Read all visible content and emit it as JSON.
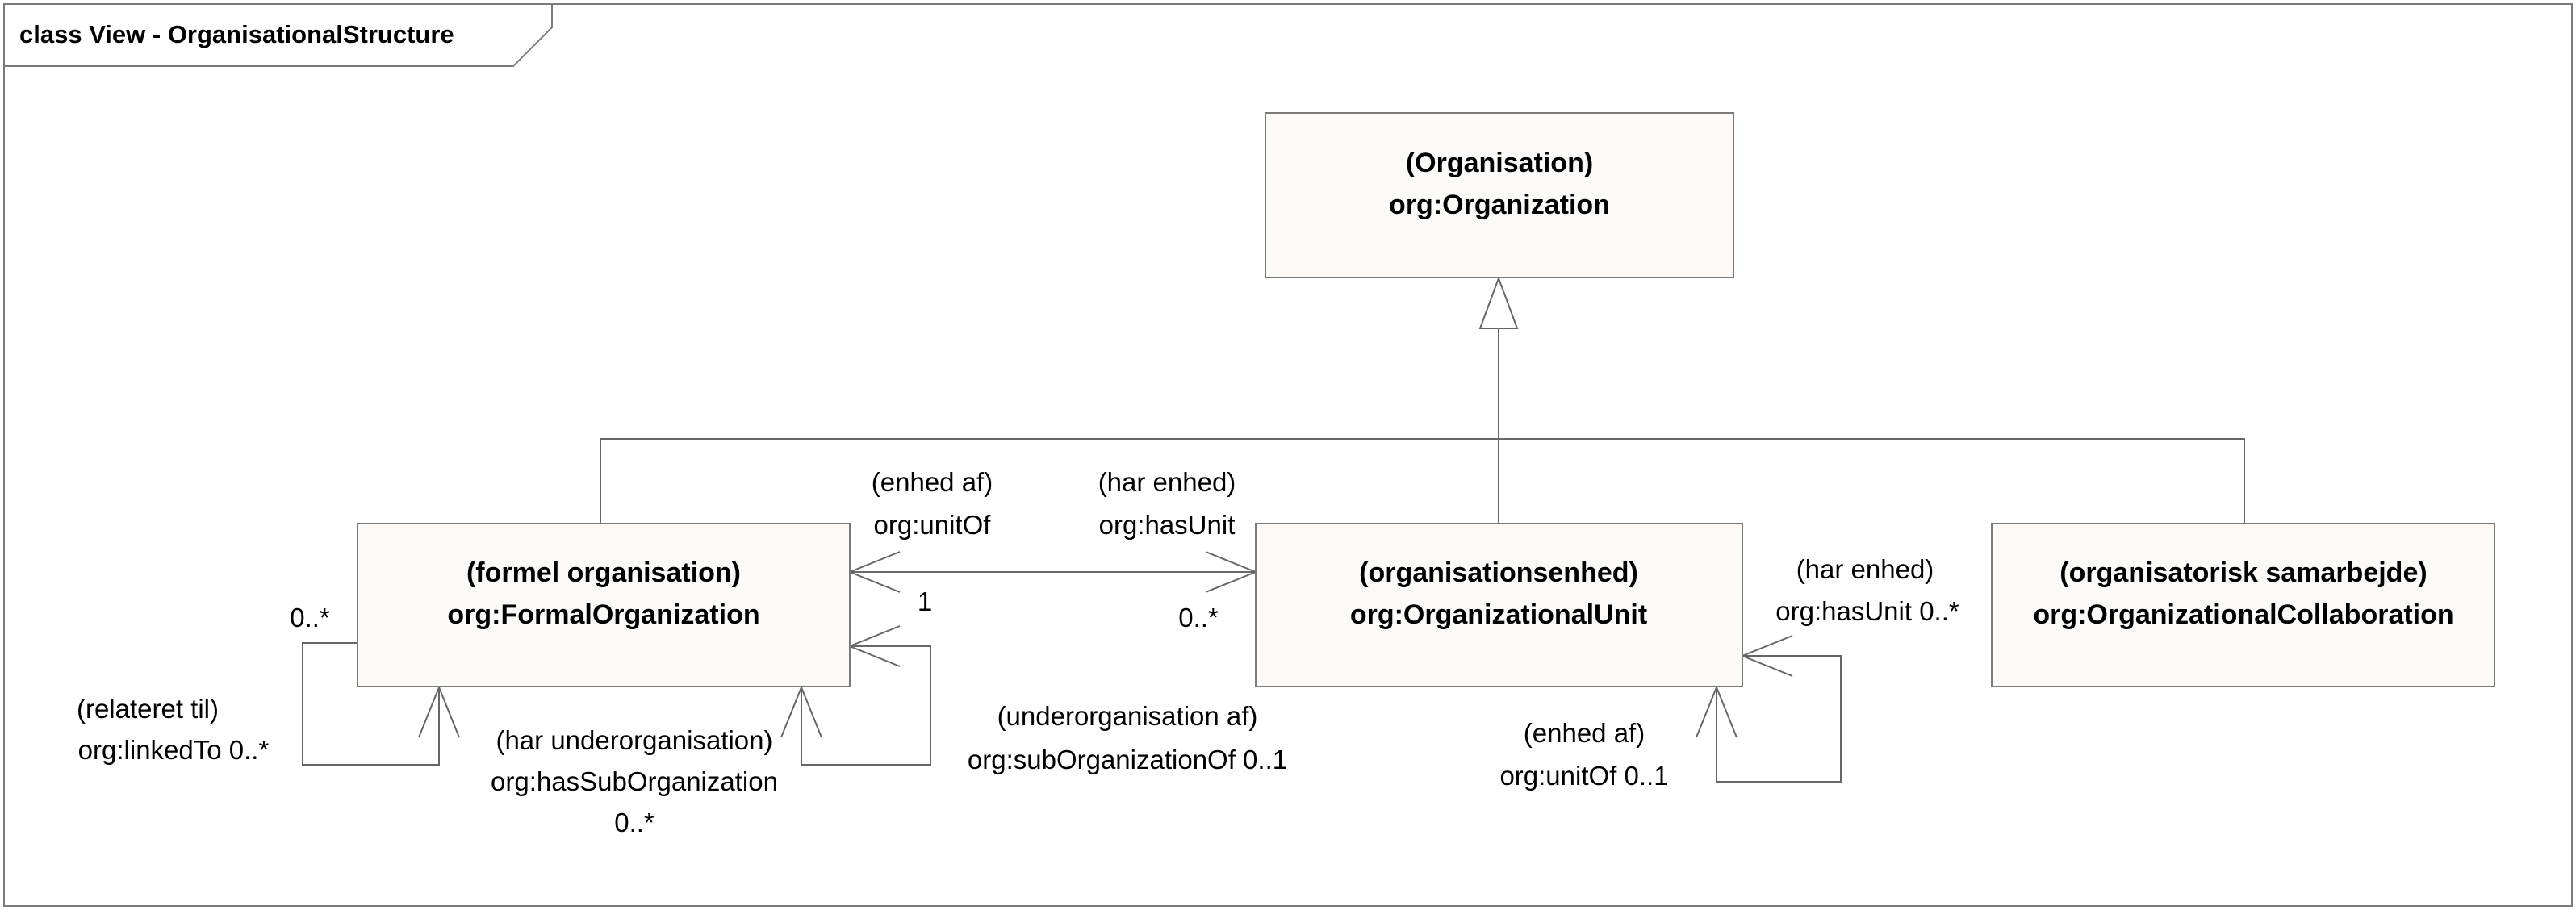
{
  "frame": {
    "title": "class View - OrganisationalStructure"
  },
  "classes": {
    "organisation": {
      "line1": "(Organisation)",
      "line2": "org:Organization"
    },
    "formal": {
      "line1": "(formel organisation)",
      "line2": "org:FormalOrganization"
    },
    "unit": {
      "line1": "(organisationsenhed)",
      "line2": "org:OrganizationalUnit"
    },
    "collab": {
      "line1": "(organisatorisk samarbejde)",
      "line2": "org:OrganizationalCollaboration"
    }
  },
  "labels": {
    "unitof_da": "(enhed af)",
    "unitof_en": "org:unitOf",
    "hasunit_da": "(har enhed)",
    "hasunit_en": "org:hasUnit",
    "mult_one": "1",
    "mult_many_unit": "0..*",
    "mult_many_linked": "0..*",
    "linked_da": "(relateret til)",
    "linked_en": "org:linkedTo 0..*",
    "hassub_da": "(har underorganisation)",
    "hassub_en": "org:hasSubOrganization",
    "hassub_mult": "0..*",
    "subof_da": "(underorganisation af)",
    "subof_en": "org:subOrganizationOf 0..1",
    "self_hasunit_da": "(har enhed)",
    "self_hasunit_en": "org:hasUnit 0..*",
    "self_unitof_da": "(enhed af)",
    "self_unitof_en": "org:unitOf 0..1"
  }
}
